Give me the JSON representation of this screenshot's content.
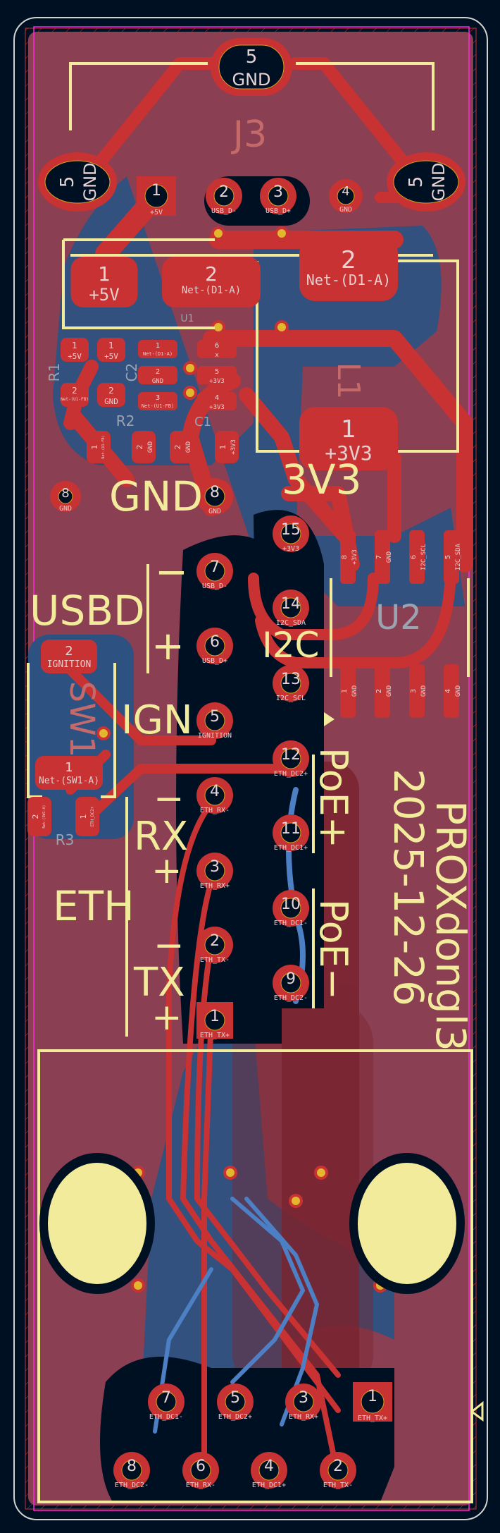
{
  "board": {
    "title": "PROXdongl3",
    "date": "2025-12-26"
  },
  "colors": {
    "background": "#001023",
    "copper_front": "#c83232",
    "copper_back": "#4d7fc4",
    "zone_front": "#8a3f52",
    "zone_back": "#2d5282",
    "silkscreen": "#f2eb9c",
    "courtyard": "#ff26e2",
    "edge_cuts": "#d0d2cd",
    "via": "#e3b72d"
  },
  "silk_labels": {
    "gnd": "GND",
    "v3v3": "3V3",
    "usbd": "USBD",
    "i2c": "I2C",
    "ign": "IGN",
    "rx": "RX",
    "eth": "ETH",
    "tx": "TX",
    "poe_plus": "PoE+",
    "poe_minus": "PoE−",
    "minus": "−",
    "plus": "+"
  },
  "references": {
    "j3": "J3",
    "l1": "L1",
    "r1": "R1",
    "c2": "C2",
    "r2": "R2",
    "c1": "C1",
    "u1": "U1",
    "u2": "U2",
    "sw1": "SW1",
    "r3": "R3"
  },
  "components": {
    "j3_usb": [
      {
        "num": "5",
        "net": "GND"
      },
      {
        "num": "5",
        "net": "GND"
      },
      {
        "num": "5",
        "net": "GND"
      },
      {
        "num": "1",
        "net": "+5V"
      },
      {
        "num": "2",
        "net": "USB_D-"
      },
      {
        "num": "3",
        "net": "USB_D+"
      },
      {
        "num": "4",
        "net": "GND"
      }
    ],
    "d1": [
      {
        "num": "1",
        "net": "+5V"
      },
      {
        "num": "2",
        "net": "Net-(D1-A)"
      }
    ],
    "l1": [
      {
        "num": "2",
        "net": "Net-(D1-A)"
      },
      {
        "num": "1",
        "net": "+3V3"
      }
    ],
    "r1": [
      {
        "num": "1",
        "net": "+5V"
      },
      {
        "num": "2",
        "net": "Net-(U1-FB)"
      }
    ],
    "c2": [
      {
        "num": "1",
        "net": "+5V"
      },
      {
        "num": "2",
        "net": "GND"
      }
    ],
    "u1": [
      {
        "num": "1",
        "net": "Net-(D1-A)"
      },
      {
        "num": "2",
        "net": "GND"
      },
      {
        "num": "3",
        "net": "Net-(U1-FB)"
      },
      {
        "num": "6",
        "net": "x"
      },
      {
        "num": "5",
        "net": "+3V3"
      },
      {
        "num": "4",
        "net": "+3V3"
      }
    ],
    "r2": [
      {
        "num": "1",
        "net": "Net-(U1-FB)"
      },
      {
        "num": "2",
        "net": "GND"
      }
    ],
    "c1": [
      {
        "num": "2",
        "net": "GND"
      },
      {
        "num": "1",
        "net": "+3V3"
      }
    ],
    "header": [
      {
        "num": "8",
        "net": "GND"
      },
      {
        "num": "8",
        "net": "GND"
      },
      {
        "num": "15",
        "net": "+3V3"
      },
      {
        "num": "7",
        "net": "USB_D-"
      },
      {
        "num": "14",
        "net": "I2C_SDA"
      },
      {
        "num": "6",
        "net": "USB_D+"
      },
      {
        "num": "13",
        "net": "I2C_SCL"
      },
      {
        "num": "5",
        "net": "IGNITION"
      },
      {
        "num": "12",
        "net": "ETH_DC2+"
      },
      {
        "num": "4",
        "net": "ETH_RX-"
      },
      {
        "num": "11",
        "net": "ETH_DC1+"
      },
      {
        "num": "3",
        "net": "ETH_RX+"
      },
      {
        "num": "10",
        "net": "ETH_DC1-"
      },
      {
        "num": "2",
        "net": "ETH_TX-"
      },
      {
        "num": "9",
        "net": "ETH_DC2-"
      },
      {
        "num": "1",
        "net": "ETH_TX+"
      }
    ],
    "u2": [
      {
        "num": "8",
        "net": "+3V3"
      },
      {
        "num": "7",
        "net": "GND"
      },
      {
        "num": "6",
        "net": "I2C_SCL"
      },
      {
        "num": "5",
        "net": "I2C_SDA"
      },
      {
        "num": "1",
        "net": "GND"
      },
      {
        "num": "2",
        "net": "GND"
      },
      {
        "num": "3",
        "net": "GND"
      },
      {
        "num": "4",
        "net": "GND"
      }
    ],
    "sw1": [
      {
        "num": "2",
        "net": "IGNITION"
      },
      {
        "num": "1",
        "net": "Net-(SW1-A)"
      }
    ],
    "r3": [
      {
        "num": "2",
        "net": "Net-(SW1-A)"
      },
      {
        "num": "1",
        "net": "ETH_DC2+"
      }
    ],
    "rj45": [
      {
        "num": "7",
        "net": "ETH_DC1-"
      },
      {
        "num": "5",
        "net": "ETH_DC2+"
      },
      {
        "num": "3",
        "net": "ETH_RX+"
      },
      {
        "num": "1",
        "net": "ETH_TX+"
      },
      {
        "num": "8",
        "net": "ETH_DC2-"
      },
      {
        "num": "6",
        "net": "ETH_RX-"
      },
      {
        "num": "4",
        "net": "ETH_DC1+"
      },
      {
        "num": "2",
        "net": "ETH_TX-"
      }
    ]
  }
}
